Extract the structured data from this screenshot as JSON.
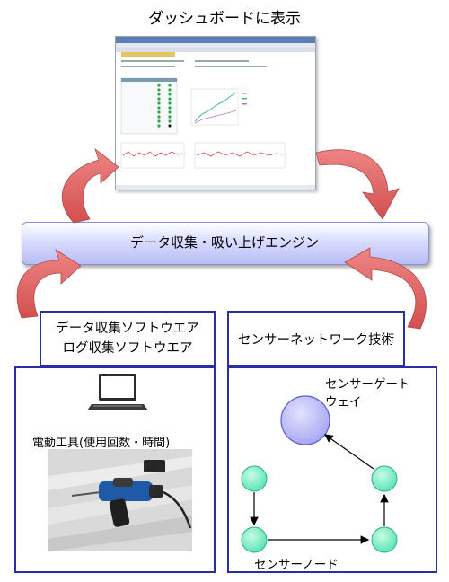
{
  "title": "ダッシュボードに表示",
  "banner": {
    "label": "データ収集・吸い上げエンジン"
  },
  "left_panel": {
    "label_line1": "データ収集ソフトウエア",
    "label_line2": "ログ収集ソフトウエア",
    "caption": "電動工具(使用回数・時間)"
  },
  "right_panel": {
    "label": "センサーネットワーク技術",
    "gateway_line1": "センサーゲート",
    "gateway_line2": "ウェイ",
    "node_label": "センサーノード"
  },
  "colors": {
    "frame": "#2b2fa6",
    "banner": "#c8cbf8",
    "curved_arrow": "#e06060",
    "gateway": "#b3b3f7",
    "node": "#7ff0c4"
  }
}
